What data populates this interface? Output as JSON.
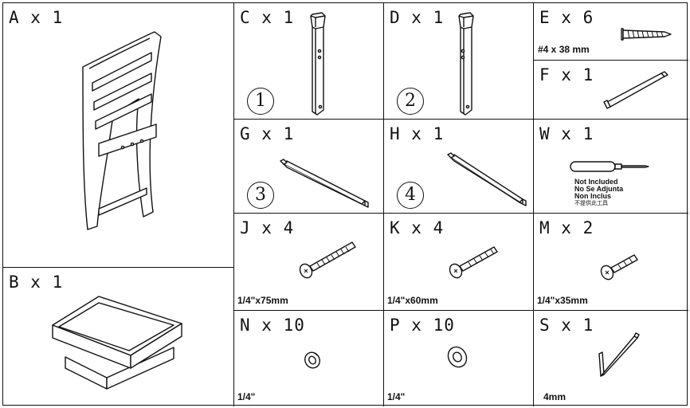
{
  "parts": {
    "A": {
      "label": "A x 1"
    },
    "B": {
      "label": "B x 1"
    },
    "C": {
      "label": "C x 1",
      "step": "1"
    },
    "D": {
      "label": "D x 1",
      "step": "2"
    },
    "E": {
      "label": "E x 6",
      "size": "#4 x 38 mm"
    },
    "F": {
      "label": "F x 1"
    },
    "G": {
      "label": "G x 1",
      "step": "3"
    },
    "H": {
      "label": "H x 1",
      "step": "4"
    },
    "W": {
      "label": "W x 1",
      "note": [
        "Not Included",
        "No Se Adjunta",
        "Non Inclus",
        "不提供此工具"
      ]
    },
    "J": {
      "label": "J x 4",
      "size": "1/4\"x75mm"
    },
    "K": {
      "label": "K x 4",
      "size": "1/4\"x60mm"
    },
    "M": {
      "label": "M x 2",
      "size": "1/4\"x35mm"
    },
    "N": {
      "label": "N x 10",
      "size": "1/4\""
    },
    "P": {
      "label": "P x 10",
      "size": "1/4\""
    },
    "S": {
      "label": "S x 1",
      "size": "4mm"
    }
  },
  "icons": {
    "A": "chair-back-icon",
    "B": "seat-cushion-icon",
    "C": "front-leg-icon",
    "D": "front-leg-icon",
    "E": "wood-screw-icon",
    "F": "stretcher-rail-icon",
    "G": "side-rail-icon",
    "H": "side-rail-icon",
    "W": "screwdriver-icon",
    "J": "bolt-icon",
    "K": "bolt-icon",
    "M": "bolt-icon",
    "N": "lock-washer-icon",
    "P": "flat-washer-icon",
    "S": "allen-key-icon"
  }
}
